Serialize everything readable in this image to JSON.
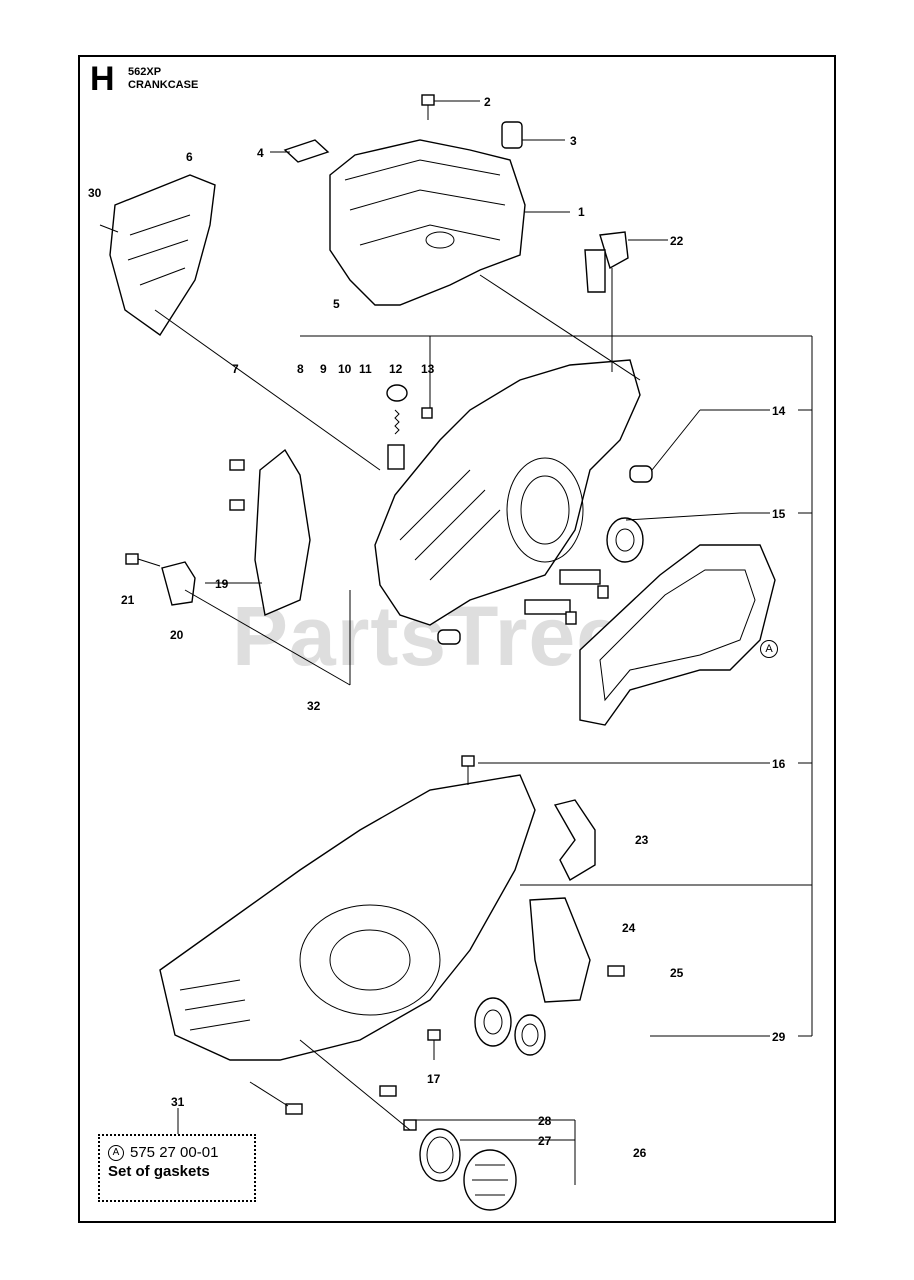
{
  "header": {
    "section_letter": "H",
    "model": "562XP",
    "section_name": "CRANKCASE"
  },
  "watermark": "PartsTree",
  "callouts": [
    "1",
    "2",
    "3",
    "4",
    "5",
    "6",
    "7",
    "8",
    "9",
    "10",
    "11",
    "12",
    "13",
    "14",
    "15",
    "16",
    "17",
    "19",
    "20",
    "21",
    "22",
    "23",
    "24",
    "25",
    "26",
    "27",
    "28",
    "29",
    "30",
    "31",
    "32"
  ],
  "reference_marker": "A",
  "gasket_set": {
    "marker": "A",
    "part_number": "575 27 00-01",
    "description": "Set of gaskets"
  }
}
